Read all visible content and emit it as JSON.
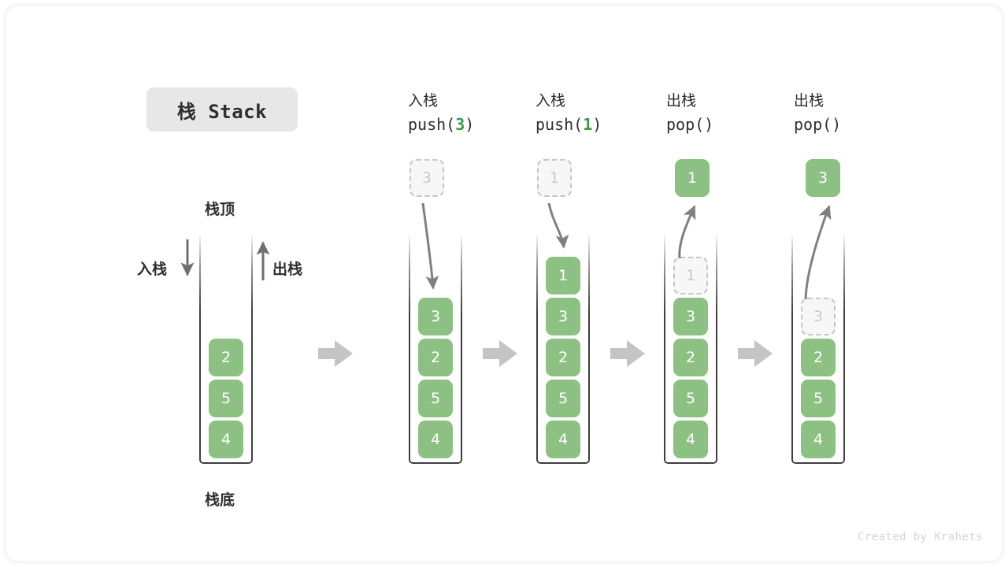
{
  "title_chip": {
    "label": "栈 Stack"
  },
  "labels": {
    "stack_top": "栈顶",
    "stack_bottom": "栈底",
    "push_side": "入栈",
    "pop_side": "出栈"
  },
  "credit": "Created by Krahets",
  "colors": {
    "element_fill": "#8cc183",
    "element_text": "#ffffff",
    "ghost_fill": "#f7f7f7",
    "ghost_border": "#c4c4c4",
    "ghost_text": "#c9c9c9",
    "arrow_gray": "#808080",
    "container_line": "#3e3e3e",
    "chip_bg": "#e7e7e7",
    "code_arg_green": "#3a9a49",
    "flow_arrow": "#c4c4c4"
  },
  "columns": [
    {
      "id": "initial",
      "heading_cjk": "",
      "heading_code": "",
      "heading_arg": "",
      "stack": [
        "2",
        "5",
        "4"
      ],
      "floating": null,
      "ghost_in_stack": null
    },
    {
      "id": "push-3",
      "heading_cjk": "入栈",
      "heading_code_prefix": "push(",
      "heading_arg": "3",
      "heading_code_suffix": ")",
      "stack": [
        "3",
        "2",
        "5",
        "4"
      ],
      "floating": {
        "value": "3",
        "style": "ghost"
      },
      "arrow": "down"
    },
    {
      "id": "push-1",
      "heading_cjk": "入栈",
      "heading_code_prefix": "push(",
      "heading_arg": "1",
      "heading_code_suffix": ")",
      "stack": [
        "1",
        "3",
        "2",
        "5",
        "4"
      ],
      "floating": {
        "value": "1",
        "style": "ghost"
      },
      "arrow": "down"
    },
    {
      "id": "pop-1",
      "heading_cjk": "出栈",
      "heading_code_prefix": "pop(",
      "heading_arg": "",
      "heading_code_suffix": ")",
      "stack": [
        "1",
        "3",
        "2",
        "5",
        "4"
      ],
      "ghost_index": 0,
      "floating": {
        "value": "1",
        "style": "filled"
      },
      "arrow": "up"
    },
    {
      "id": "pop-3",
      "heading_cjk": "出栈",
      "heading_code_prefix": "pop(",
      "heading_arg": "",
      "heading_code_suffix": ")",
      "stack": [
        "3",
        "2",
        "5",
        "4"
      ],
      "ghost_index": 0,
      "floating": {
        "value": "3",
        "style": "filled"
      },
      "arrow": "up"
    }
  ],
  "cells": {
    "c0_v0": "2",
    "c0_v1": "5",
    "c0_v2": "4",
    "c1_float": "3",
    "c1_v0": "3",
    "c1_v1": "2",
    "c1_v2": "5",
    "c1_v3": "4",
    "c2_float": "1",
    "c2_v0": "1",
    "c2_v1": "3",
    "c2_v2": "2",
    "c2_v3": "5",
    "c2_v4": "4",
    "c3_float": "1",
    "c3_v0": "1",
    "c3_v1": "3",
    "c3_v2": "2",
    "c3_v3": "5",
    "c3_v4": "4",
    "c4_float": "3",
    "c4_v0": "3",
    "c4_v1": "2",
    "c4_v2": "5",
    "c4_v3": "4"
  },
  "headings": {
    "h1_cjk": "入栈",
    "h1_pre": "push(",
    "h1_arg": "3",
    "h1_post": ")",
    "h2_cjk": "入栈",
    "h2_pre": "push(",
    "h2_arg": "1",
    "h2_post": ")",
    "h3_cjk": "出栈",
    "h3_pre": "pop(",
    "h3_arg": "",
    "h3_post": ")",
    "h4_cjk": "出栈",
    "h4_pre": "pop(",
    "h4_arg": "",
    "h4_post": ")"
  }
}
